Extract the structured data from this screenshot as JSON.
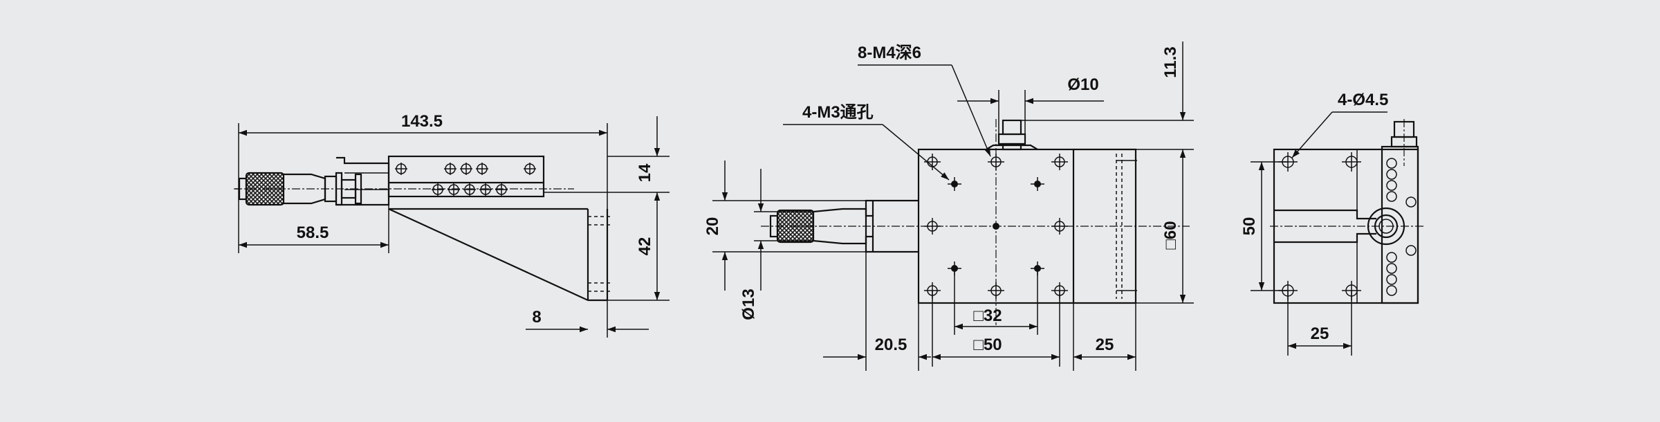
{
  "drawing": {
    "background_color": "#e9eaeb",
    "line_color": "#111111",
    "knurl_fill": "#1a1a1a"
  },
  "side_view": {
    "dim_total_length": "143.5",
    "dim_micrometer_length": "58.5",
    "dim_stage_height": "14",
    "dim_bracket_height": "42",
    "dim_bracket_thickness": "8"
  },
  "front_view": {
    "note_tapped_holes": "8-M4深6",
    "note_through_holes": "4-M3通孔",
    "dim_knob_diameter": "Ø10",
    "dim_knob_height": "11.3",
    "dim_micrometer_offset": "20",
    "dim_barrel_diameter": "Ø13",
    "dim_stage_size": "□60",
    "dim_inner_hole_pattern": "□32",
    "dim_outer_hole_pattern": "□50",
    "dim_overhang": "20.5",
    "dim_bracket_width": "25"
  },
  "end_view": {
    "note_mount_holes": "4-Ø4.5",
    "dim_hole_spacing_v": "50",
    "dim_hole_spacing_h": "25"
  }
}
